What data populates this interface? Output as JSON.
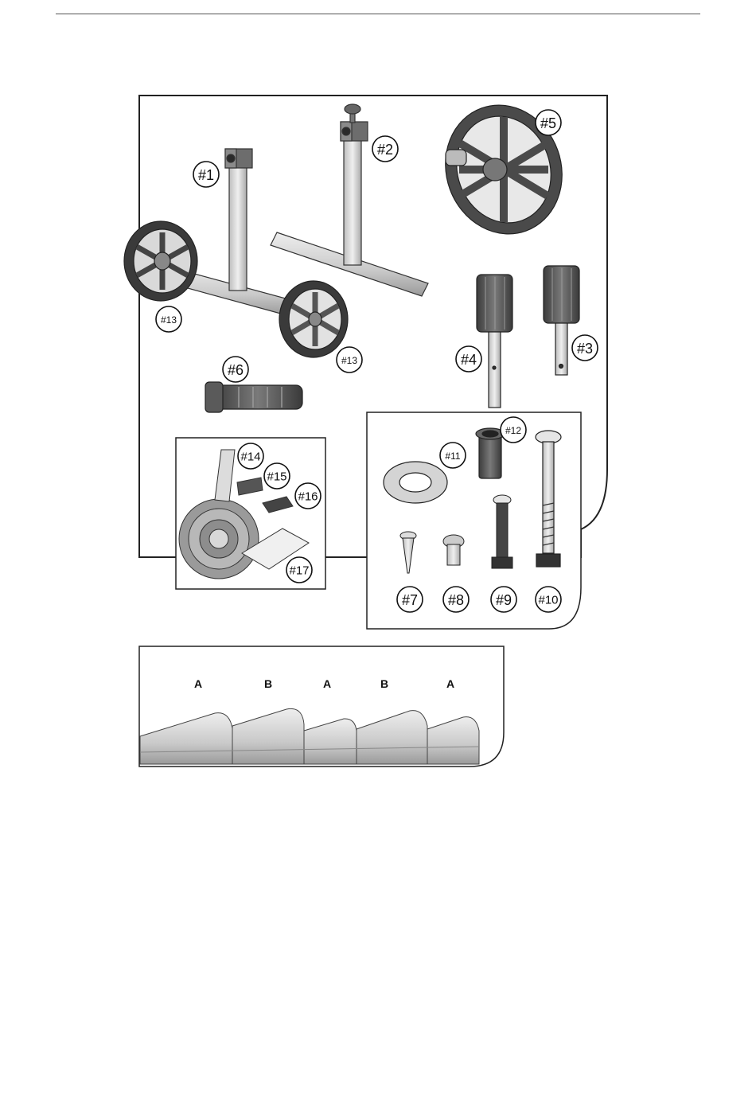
{
  "parts": {
    "p1": "#1",
    "p2": "#2",
    "p3": "#3",
    "p4": "#4",
    "p5": "#5",
    "p6": "#6",
    "p7": "#7",
    "p8": "#8",
    "p9": "#9",
    "p10": "#10",
    "p11": "#11",
    "p12": "#12",
    "p13a": "#13",
    "p13b": "#13",
    "p14": "#14",
    "p15": "#15",
    "p16": "#16",
    "p17": "#17"
  },
  "segments": [
    "A",
    "B",
    "A",
    "B",
    "A"
  ],
  "colors": {
    "line": "#333333",
    "metal": "#d6d6d6",
    "dark": "#555555",
    "frame": "#222222"
  }
}
